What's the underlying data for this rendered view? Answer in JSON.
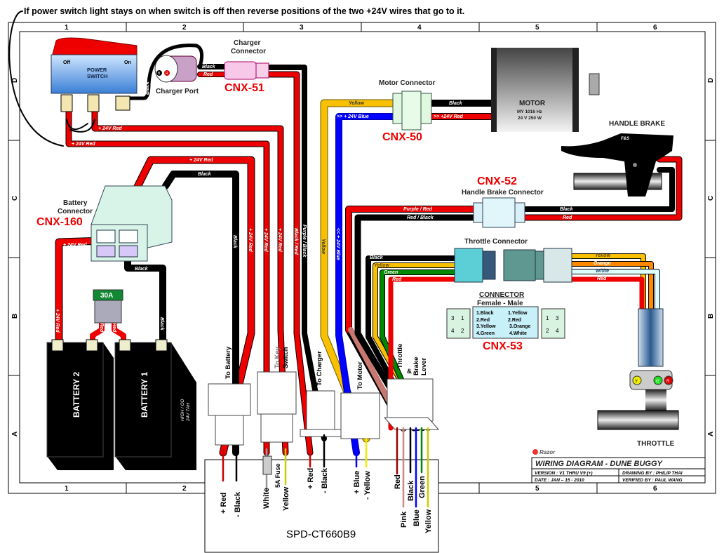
{
  "note": "If power switch light stays on when switch is off then reverse positions of the two +24V wires that go to it.",
  "grid": {
    "columns": [
      "1",
      "2",
      "3",
      "4",
      "5",
      "6"
    ],
    "rows": [
      "D",
      "C",
      "B",
      "A"
    ]
  },
  "power_switch": {
    "title_line1": "POWER",
    "title_line2": "SWITCH",
    "off": "Off",
    "on": "On",
    "wire_black": "Black",
    "wire_red_1": "+ 24V Red",
    "wire_red_2": "+ 24V Red"
  },
  "charger": {
    "port_label": "Charger Port",
    "port_b": "B",
    "port_r": "R",
    "connector_line1": "Charger",
    "connector_line2": "Connector",
    "cnx": "CNX-51",
    "wire_black": "Black",
    "wire_red": "Red",
    "wire_black_red": "Black / Red",
    "wire_purple_black": "Purple / Black"
  },
  "motor": {
    "title": "MOTOR",
    "spec1": "MY 1016 Hz",
    "spec2": "24 V 250 W",
    "connector_label": "Motor Connector",
    "cnx": "CNX-50",
    "wire_yellow": "Yellow",
    "wire_blue": ">> + 24V Blue",
    "wire_black": "Black",
    "wire_red": ">> +24V Red",
    "wire_blue_vertical": "<< + 24V Blue"
  },
  "handle_brake": {
    "title": "HANDLE BRAKE",
    "brand": "F&S",
    "connector_label": "Handle Brake Connector",
    "cnx": "CNX-52",
    "wire_purple_red": "Purple / Red",
    "wire_red_black": "Red / Black",
    "wire_black": "Black",
    "wire_red": "Red"
  },
  "battery": {
    "connector_line1": "Battery",
    "connector_line2": "Connector",
    "cnx": "CNX-160",
    "wire_red": "+ 24V Red",
    "wire_black": "Black",
    "fuse": "30A",
    "fuse_wire_1": "Red",
    "fuse_wire_2": "Red",
    "battery2": "BATTERY 2",
    "battery1": "BATTERY 1",
    "spec1": "HIGH / OD",
    "spec2": "24V 7AH",
    "vertical_red": "+ 24V Red",
    "vertical_black": "Black"
  },
  "vertical_wires": {
    "black": "Black",
    "red1": "+ 24V Red",
    "red2": "+ 24V Red",
    "red3": "+ 24V Red"
  },
  "throttle": {
    "connector_label": "Throttle Connector",
    "title": "THROTTLE",
    "left_wires": [
      "Black",
      "Yellow",
      "Green",
      "Red"
    ],
    "right_wires": [
      "Yellow",
      "Orange",
      "White",
      "Red"
    ],
    "buttons": [
      "Y",
      "G",
      "R"
    ],
    "table_title": "CONNECTOR",
    "table_subtitle": "Female  -  Male",
    "female": [
      "1.Black",
      "2.Red",
      "3.Yellow",
      "4.Green"
    ],
    "male": [
      "1.Yellow",
      "2.Red",
      "3.Orange",
      "4.White"
    ],
    "pins_left": [
      "3",
      "1",
      "4",
      "2"
    ],
    "pins_right": [
      "1",
      "3",
      "2",
      "4"
    ],
    "cnx": "CNX-53"
  },
  "harness_labels": {
    "battery": "To Battery",
    "key_switch_1": "To Key",
    "key_switch_2": "Switch",
    "charger": "To Charger",
    "motor": "To Motor",
    "throttle_1": "Throttle",
    "throttle_2": "&",
    "throttle_3": "Brake",
    "throttle_4": "Lever"
  },
  "controller": {
    "model": "SPD-CT660B9",
    "fuse": "5A Fuse",
    "pins": [
      "+ Red",
      "- Black",
      "White",
      "Yellow",
      "+ Red",
      "- Black",
      "+ Blue",
      "- Yellow",
      "Red",
      "Pink",
      "Black",
      "Blue",
      "Green",
      "Yellow"
    ]
  },
  "title_block": {
    "brand": "Razor",
    "title": "WIRING DIAGRAM - DUNE BUGGY",
    "version": "VERSION : V1 THRU V9 (+)",
    "date": "DATE : JAN – 15 - 2010",
    "drawing_by": "DRAWING BY : PHILIP THAI",
    "verified_by": "VERIFIED BY : PAUL WANG"
  }
}
